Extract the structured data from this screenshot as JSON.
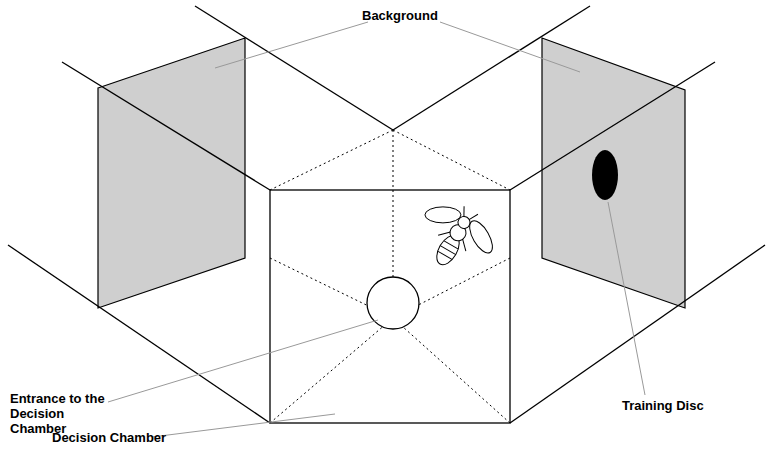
{
  "diagram": {
    "labels": [
      "Background",
      "Entrance to the Decision Chamber",
      "Decision Chamber",
      "Training Disc"
    ]
  }
}
